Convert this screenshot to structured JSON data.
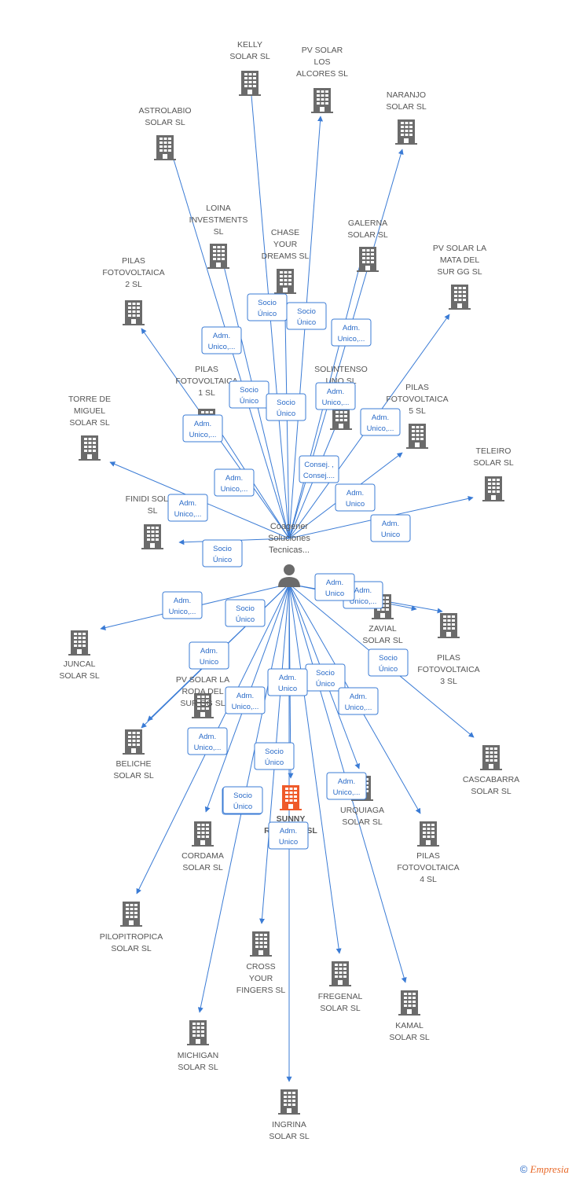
{
  "center": {
    "label": [
      "Coagener",
      "Soluciones",
      "Tecnicas..."
    ]
  },
  "colors": {
    "edge": "#3a7bd5",
    "building": "#6b6b6b",
    "highlight": "#ef5a2a"
  },
  "nodes": [
    {
      "id": "kelly",
      "label": [
        "KELLY",
        "SOLAR  SL"
      ]
    },
    {
      "id": "pvsolar-alcores",
      "label": [
        "PV SOLAR",
        "LOS",
        "ALCORES  SL"
      ]
    },
    {
      "id": "astrolabio",
      "label": [
        "ASTROLABIO",
        "SOLAR  SL"
      ]
    },
    {
      "id": "naranjo",
      "label": [
        "NARANJO",
        "SOLAR  SL"
      ]
    },
    {
      "id": "loina",
      "label": [
        "LOINA",
        "INVESTMENTS",
        "SL"
      ]
    },
    {
      "id": "chase",
      "label": [
        "CHASE",
        "YOUR",
        "DREAMS  SL"
      ]
    },
    {
      "id": "galerna",
      "label": [
        "GALERNA",
        "SOLAR  SL"
      ]
    },
    {
      "id": "pvsolar-mata",
      "label": [
        "PV SOLAR LA",
        "MATA DEL",
        "SUR GG  SL"
      ]
    },
    {
      "id": "pilas2",
      "label": [
        "PILAS",
        "FOTOVOLTAICA",
        "2  SL"
      ]
    },
    {
      "id": "pilas1",
      "label": [
        "PILAS",
        "FOTOVOLTAICA",
        "1  SL"
      ]
    },
    {
      "id": "solintenso",
      "label": [
        "SOLINTENSO",
        "UNO  SL"
      ]
    },
    {
      "id": "pilas5",
      "label": [
        "PILAS",
        "FOTOVOLTAICA",
        "5  SL"
      ]
    },
    {
      "id": "torre",
      "label": [
        "TORRE DE",
        "MIGUEL",
        "SOLAR SL"
      ]
    },
    {
      "id": "teleiro",
      "label": [
        "TELEIRO",
        "SOLAR  SL"
      ]
    },
    {
      "id": "finidi",
      "label": [
        "FINIDI SOLAR",
        "SL"
      ]
    },
    {
      "id": "zavial",
      "label": [
        "ZAVIAL",
        "SOLAR  SL"
      ]
    },
    {
      "id": "pilas3",
      "label": [
        "PILAS",
        "FOTOVOLTAICA",
        "3  SL"
      ]
    },
    {
      "id": "juncal",
      "label": [
        "JUNCAL",
        "SOLAR  SL"
      ]
    },
    {
      "id": "pvsolar-roda",
      "label": [
        "PV SOLAR LA",
        "RODA DEL",
        "SUR GG  SL"
      ]
    },
    {
      "id": "beliche",
      "label": [
        "BELICHE",
        "SOLAR  SL"
      ]
    },
    {
      "id": "cascabarra",
      "label": [
        "CASCABARRA",
        "SOLAR  SL"
      ]
    },
    {
      "id": "sunny",
      "label": [
        "SUNNY",
        "ROCKETS  SL"
      ],
      "highlight": true
    },
    {
      "id": "urquiaga",
      "label": [
        "URQUIAGA",
        "SOLAR  SL"
      ]
    },
    {
      "id": "cordama",
      "label": [
        "CORDAMA",
        "SOLAR  SL"
      ]
    },
    {
      "id": "pilas4",
      "label": [
        "PILAS",
        "FOTOVOLTAICA",
        "4  SL"
      ]
    },
    {
      "id": "pilopitropica",
      "label": [
        "PILOPITROPICA",
        "SOLAR  SL"
      ]
    },
    {
      "id": "cross",
      "label": [
        "CROSS",
        "YOUR",
        "FINGERS  SL"
      ]
    },
    {
      "id": "fregenal",
      "label": [
        "FREGENAL",
        "SOLAR  SL"
      ]
    },
    {
      "id": "kamal",
      "label": [
        "KAMAL",
        "SOLAR  SL"
      ]
    },
    {
      "id": "michigan",
      "label": [
        "MICHIGAN",
        "SOLAR  SL"
      ]
    },
    {
      "id": "ingrina",
      "label": [
        "INGRINA",
        "SOLAR  SL"
      ]
    }
  ],
  "relations": [
    {
      "label": [
        "Socio",
        "Único"
      ]
    },
    {
      "label": [
        "Socio",
        "Único"
      ]
    },
    {
      "label": [
        "Adm.",
        "Unico,..."
      ]
    },
    {
      "label": [
        "Socio",
        "Único"
      ]
    },
    {
      "label": [
        "Socio",
        "Único"
      ]
    },
    {
      "label": [
        "Socio",
        "Único"
      ]
    },
    {
      "label": [
        "Adm.",
        "Unico,..."
      ]
    },
    {
      "label": [
        "Adm.",
        "Unico,..."
      ]
    },
    {
      "label": [
        "Adm.",
        "Unico,..."
      ]
    },
    {
      "label": [
        "Consej. ,",
        "Consej...."
      ]
    },
    {
      "label": [
        "Adm.",
        "Unico,..."
      ]
    },
    {
      "label": [
        "Adm.",
        "Unico,..."
      ]
    },
    {
      "label": [
        "Adm.",
        "Unico,..."
      ]
    },
    {
      "label": [
        "Adm.",
        "Unico"
      ]
    },
    {
      "label": [
        "Socio",
        "Único"
      ]
    },
    {
      "label": [
        "Adm.",
        "Unico"
      ]
    },
    {
      "label": [
        "Adm.",
        "Unico,..."
      ]
    },
    {
      "label": [
        "Adm.",
        "Unico,..."
      ]
    },
    {
      "label": [
        "Socio",
        "Único"
      ]
    },
    {
      "label": [
        "Adm.",
        "Unico"
      ]
    },
    {
      "label": [
        "Socio",
        "Único"
      ]
    },
    {
      "label": [
        "Adm.",
        "Unico"
      ]
    },
    {
      "label": [
        "Socio",
        "Único"
      ]
    },
    {
      "label": [
        "Adm.",
        "Unico,..."
      ]
    },
    {
      "label": [
        "Adm.",
        "Unico,..."
      ]
    },
    {
      "label": [
        "Adm.",
        "Unico,..."
      ]
    },
    {
      "label": [
        "Socio",
        "Único"
      ]
    },
    {
      "label": [
        "Adm.",
        "Unico"
      ]
    },
    {
      "label": [
        "Adm.",
        "Unico,..."
      ]
    },
    {
      "label": [
        "Socio",
        "Único"
      ]
    },
    {
      "label": [
        "Adm.",
        "Unico"
      ]
    }
  ],
  "footer": {
    "copyright": "©",
    "brand": "Empresia"
  }
}
